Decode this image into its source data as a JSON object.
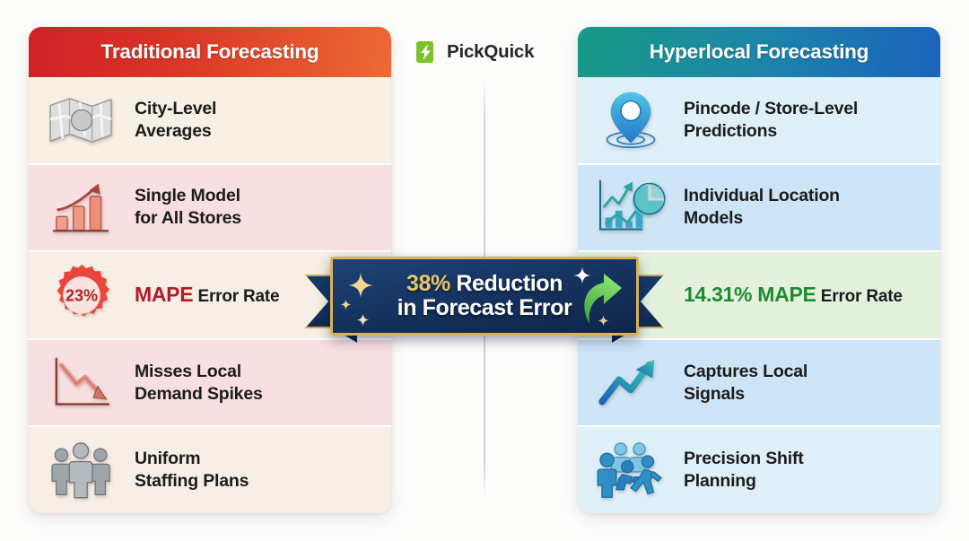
{
  "brand": {
    "name": "PickQuick",
    "mark": "lightning-bolt-icon",
    "mark_color": "#7ac225"
  },
  "left_card": {
    "header": "Traditional Forecasting",
    "header_gradient": [
      "#cf2027",
      "#ec6a33"
    ],
    "rows": [
      {
        "icon": "folded-map-icon",
        "line1": "City-Level",
        "line2": "Averages",
        "bg": "#f8f0e4"
      },
      {
        "icon": "bar-chart-up-icon",
        "line1": "Single Model",
        "line2": "for All Stores",
        "bg": "#f8dfe1"
      },
      {
        "icon": "badge-23-percent-icon",
        "metric": "MAPE",
        "metric_color": "#b11b28",
        "line2": "Error Rate",
        "badge_value": "23%",
        "bg": "#f7efe5"
      },
      {
        "icon": "line-chart-down-icon",
        "line1": "Misses Local",
        "line2": "Demand Spikes",
        "bg": "#f8dfe1"
      },
      {
        "icon": "people-group-gray-icon",
        "line1": "Uniform",
        "line2": "Staffing Plans",
        "bg": "#f7efe5"
      }
    ]
  },
  "right_card": {
    "header": "Hyperlocal Forecasting",
    "header_gradient": [
      "#189a85",
      "#1a63bd"
    ],
    "rows": [
      {
        "icon": "map-pin-icon",
        "line1": "Pincode / Store-Level",
        "line2": "Predictions",
        "bg": "#dff0f9"
      },
      {
        "icon": "analytics-charts-icon",
        "line1": "Individual Location",
        "line2": "Models",
        "bg": "#cde5f7"
      },
      {
        "icon": "none",
        "metric": "14.31% MAPE",
        "metric_color": "#1f8a33",
        "line2": "Error Rate",
        "bg": "#e4f2dd"
      },
      {
        "icon": "trend-up-arrow-icon",
        "line1": "Captures Local",
        "line2": "Signals",
        "bg": "#cde5f7"
      },
      {
        "icon": "people-active-blue-icon",
        "line1": "Precision Shift",
        "line2": "Planning",
        "bg": "#dff0f9"
      }
    ]
  },
  "banner": {
    "percent": "38%",
    "line1_rest": " Reduction",
    "line2": "in Forecast Error",
    "percent_color": "#e9c469",
    "background_color": "#14315c",
    "border_color": "#d9b25c",
    "arrow_icon": "green-up-arrow-icon"
  }
}
